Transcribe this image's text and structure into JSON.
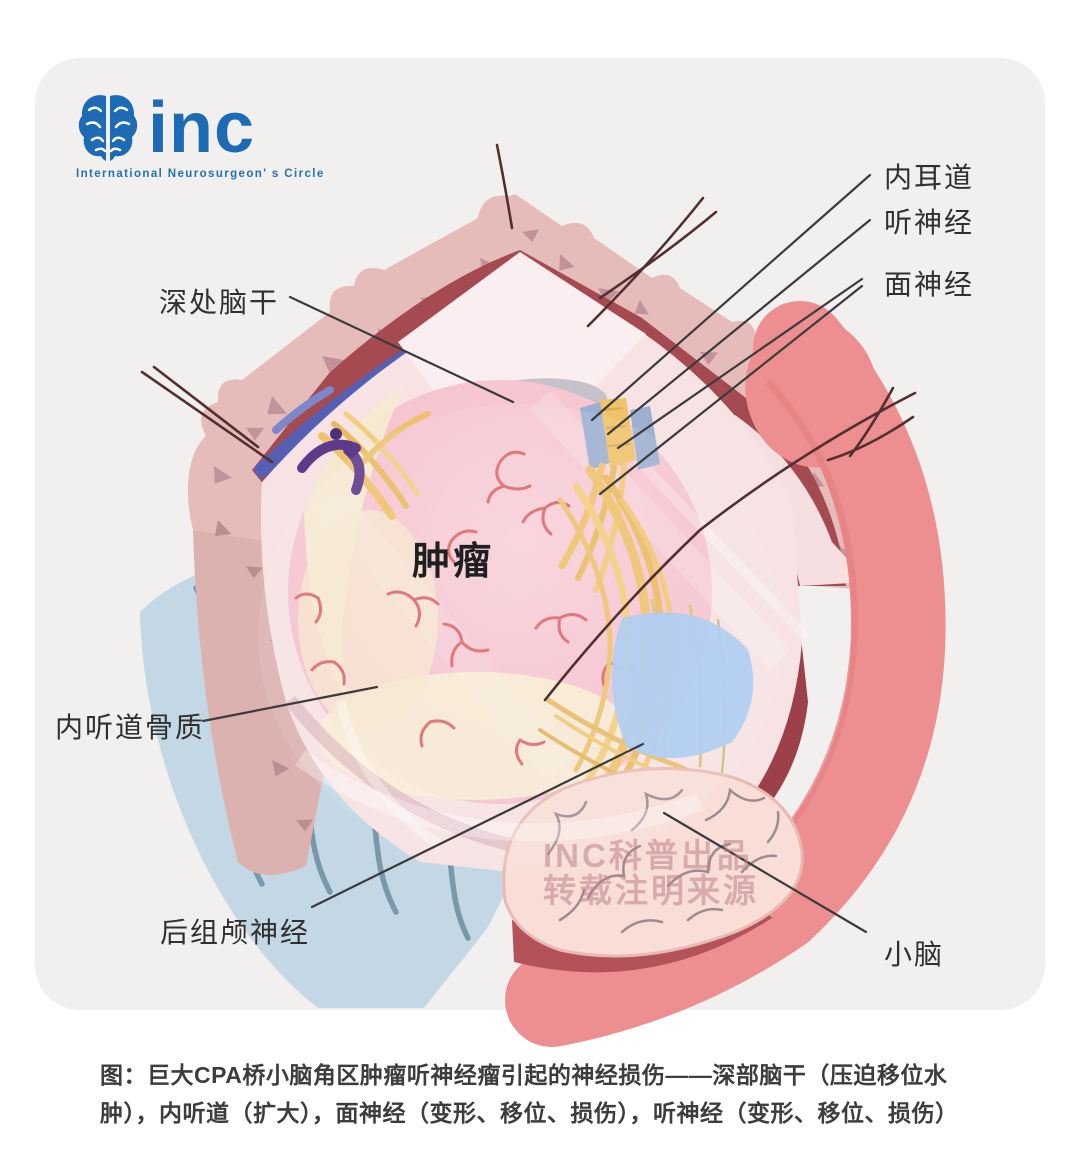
{
  "logo": {
    "brand": "inc",
    "tagline": "International  Neurosurgeon' s  Circle",
    "brand_color": "#1d6bb4"
  },
  "labels": {
    "deep_brainstem": "深处脑干",
    "internal_auditory_canal": "内耳道",
    "auditory_nerve": "听神经",
    "facial_nerve": "面神经",
    "tumor": "肿瘤",
    "iac_bone": "内听道骨质",
    "lower_cranial_nerves": "后组颅神经",
    "cerebellum": "小脑"
  },
  "watermark": {
    "line1": "INC科普出品",
    "line2": "转载注明来源"
  },
  "caption": "图：巨大CPA桥小脑角区肿瘤听神经瘤引起的神经损伤——深部脑干（压迫移位水肿），内听道（扩大），面神经（变形、移位、损伤），听神经（变形、移位、损伤）",
  "colors": {
    "card_bg": "#f1f0ee",
    "flap_skin": "#e6bcba",
    "flap_triangles": "#c2929a",
    "dark_red_band": "#a64a51",
    "deep_red": "#9c4049",
    "dural_blue": "#5560b5",
    "inner_dura": "#f7e3e4",
    "tumor_pink": "#f6c6d1",
    "tumor_cream": "#f7ead2",
    "vessel_red": "#dd6a6e",
    "nerve_yellow": "#efc26c",
    "iac_blue": "#9db0d2",
    "bone_blue": "#c3d8e4",
    "bone_lines": "#7a98ab",
    "salmon_band": "#ed8f90",
    "cerebellum_pink": "#f8ded7",
    "brainstem_gray": "#c7c2c9",
    "purple_hook": "#5e3a8c",
    "callout_line": "#3b3b3b",
    "thread": "#523030"
  }
}
